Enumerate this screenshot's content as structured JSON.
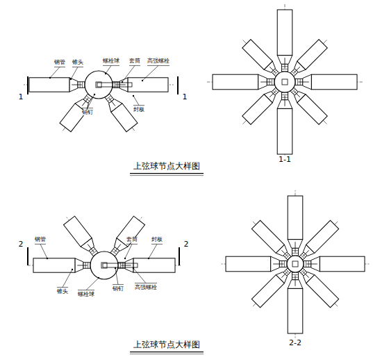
{
  "diagram": {
    "labels": [
      "钢管",
      "锥头",
      "螺栓球",
      "套筒",
      "高强螺栓",
      "封板",
      "销钉",
      "1",
      "1",
      "1-1",
      "上弦球节点大样图",
      "钢管",
      "锥头",
      "螺栓球",
      "套筒",
      "封板",
      "销钉",
      "高强螺栓",
      "2",
      "2",
      "2-2",
      "上弦球节点大样图"
    ]
  }
}
